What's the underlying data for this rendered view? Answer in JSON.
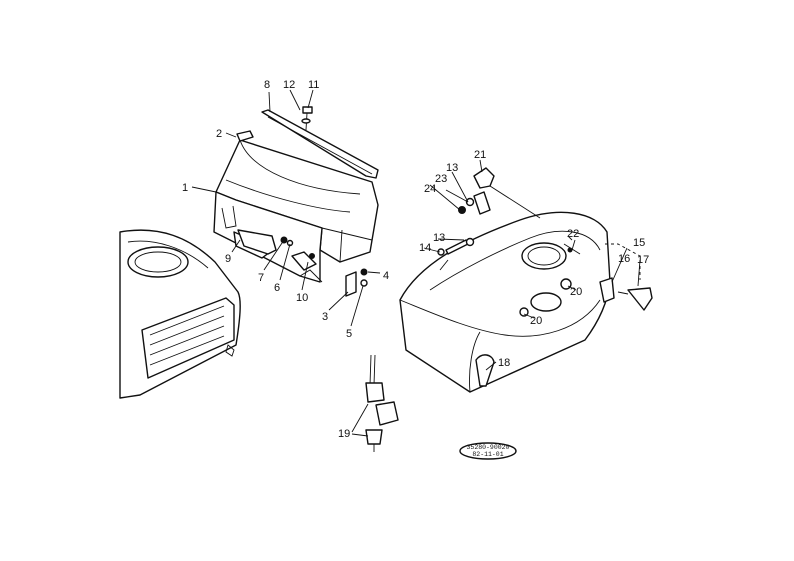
{
  "callouts": {
    "c1": "1",
    "c2": "2",
    "c3": "3",
    "c4": "4",
    "c5": "5",
    "c6": "6",
    "c7": "7",
    "c8": "8",
    "c9": "9",
    "c10": "10",
    "c11": "11",
    "c12": "12",
    "c13a": "13",
    "c13b": "13",
    "c14": "14",
    "c15": "15",
    "c16": "16",
    "c17": "17",
    "c18": "18",
    "c19": "19",
    "c20a": "20",
    "c20b": "20",
    "c21": "21",
    "c22": "22",
    "c23": "23",
    "c24": "24"
  },
  "drawing_code": {
    "line1": "35280-90020",
    "line2": "82-11-01"
  }
}
